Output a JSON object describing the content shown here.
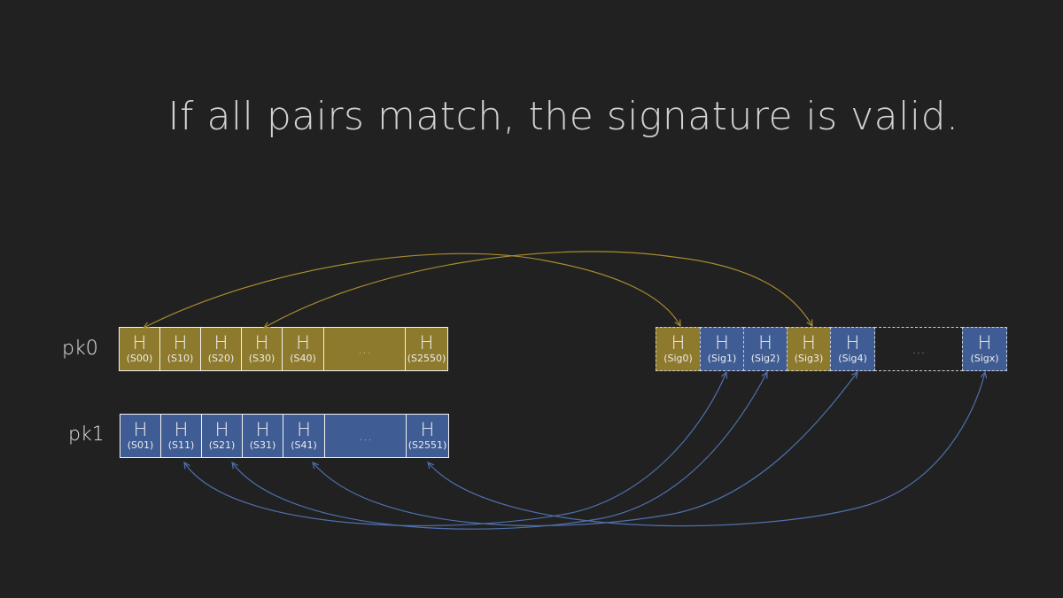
{
  "title": "If all pairs match, the signature is valid.",
  "rows": [
    {
      "label": "pk0",
      "color": "gold",
      "cells": [
        {
          "h": "H",
          "arg": "(S00)"
        },
        {
          "h": "H",
          "arg": "(S10)"
        },
        {
          "h": "H",
          "arg": "(S20)"
        },
        {
          "h": "H",
          "arg": "(S30)"
        },
        {
          "h": "H",
          "arg": "(S40)"
        },
        {
          "dots": "…"
        },
        {
          "h": "H",
          "arg": "(S2550)"
        }
      ]
    },
    {
      "label": "pk1",
      "color": "blue",
      "cells": [
        {
          "h": "H",
          "arg": "(S01)"
        },
        {
          "h": "H",
          "arg": "(S11)"
        },
        {
          "h": "H",
          "arg": "(S21)"
        },
        {
          "h": "H",
          "arg": "(S31)"
        },
        {
          "h": "H",
          "arg": "(S41)"
        },
        {
          "dots": "…"
        },
        {
          "h": "H",
          "arg": "(S2551)"
        }
      ]
    }
  ],
  "signature": {
    "cells": [
      {
        "h": "H",
        "arg": "(Sig0)",
        "color": "gold"
      },
      {
        "h": "H",
        "arg": "(Sig1)",
        "color": "blue"
      },
      {
        "h": "H",
        "arg": "(Sig2)",
        "color": "blue"
      },
      {
        "h": "H",
        "arg": "(Sig3)",
        "color": "gold"
      },
      {
        "h": "H",
        "arg": "(Sig4)",
        "color": "blue"
      },
      {
        "dots": "…",
        "color": "empty"
      },
      {
        "h": "H",
        "arg": "(Sigx)",
        "color": "blue"
      }
    ]
  },
  "colors": {
    "background": "#212121",
    "gold": "#8e7a2c",
    "blue": "#3f5d94",
    "gold_arrow": "#a88c2e",
    "blue_arrow": "#4f70ad"
  }
}
